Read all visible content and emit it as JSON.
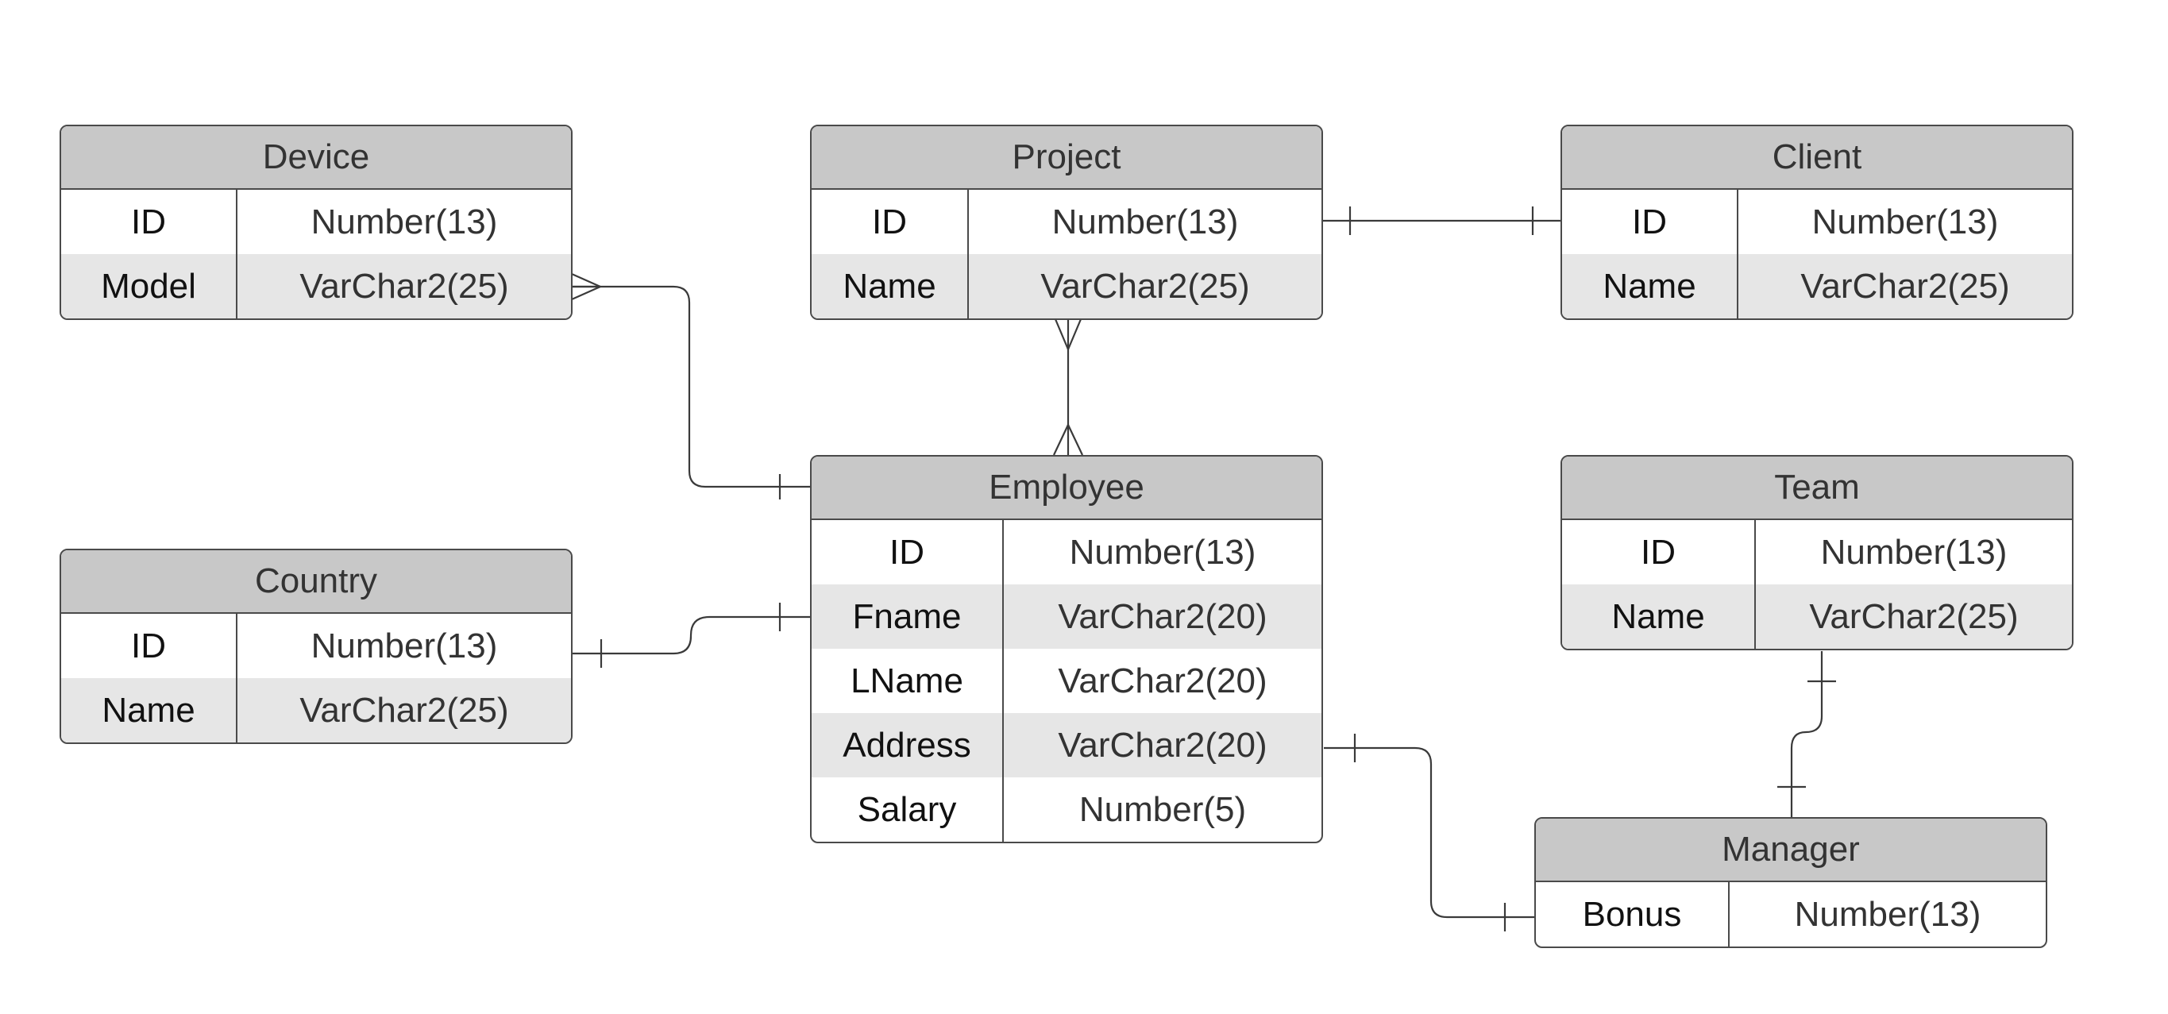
{
  "entities": {
    "device": {
      "title": "Device",
      "rows": [
        {
          "name": "ID",
          "type": "Number(13)"
        },
        {
          "name": "Model",
          "type": "VarChar2(25)"
        }
      ]
    },
    "project": {
      "title": "Project",
      "rows": [
        {
          "name": "ID",
          "type": "Number(13)"
        },
        {
          "name": "Name",
          "type": "VarChar2(25)"
        }
      ]
    },
    "client": {
      "title": "Client",
      "rows": [
        {
          "name": "ID",
          "type": "Number(13)"
        },
        {
          "name": "Name",
          "type": "VarChar2(25)"
        }
      ]
    },
    "country": {
      "title": "Country",
      "rows": [
        {
          "name": "ID",
          "type": "Number(13)"
        },
        {
          "name": "Name",
          "type": "VarChar2(25)"
        }
      ]
    },
    "employee": {
      "title": "Employee",
      "rows": [
        {
          "name": "ID",
          "type": "Number(13)"
        },
        {
          "name": "Fname",
          "type": "VarChar2(20)"
        },
        {
          "name": "LName",
          "type": "VarChar2(20)"
        },
        {
          "name": "Address",
          "type": "VarChar2(20)"
        },
        {
          "name": "Salary",
          "type": "Number(5)"
        }
      ]
    },
    "team": {
      "title": "Team",
      "rows": [
        {
          "name": "ID",
          "type": "Number(13)"
        },
        {
          "name": "Name",
          "type": "VarChar2(25)"
        }
      ]
    },
    "manager": {
      "title": "Manager",
      "rows": [
        {
          "name": "Bonus",
          "type": "Number(13)"
        }
      ]
    }
  },
  "relationships": [
    {
      "from": "device",
      "to": "employee",
      "from_end": "many",
      "to_end": "one"
    },
    {
      "from": "project",
      "to": "client",
      "from_end": "one",
      "to_end": "one"
    },
    {
      "from": "project",
      "to": "employee",
      "from_end": "many",
      "to_end": "many"
    },
    {
      "from": "country",
      "to": "employee",
      "from_end": "one",
      "to_end": "one"
    },
    {
      "from": "employee",
      "to": "manager",
      "from_end": "one",
      "to_end": "one"
    },
    {
      "from": "team",
      "to": "manager",
      "from_end": "one",
      "to_end": "one"
    }
  ],
  "colors": {
    "header": "#c8c8c8",
    "alt_row": "#e6e6e6",
    "border": "#4a4a4a",
    "line": "#3a3a3a"
  }
}
